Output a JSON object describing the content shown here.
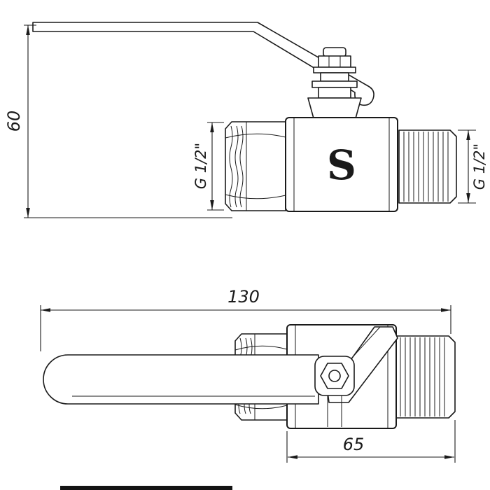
{
  "drawing": {
    "type": "technical-drawing",
    "subject": "ball valve with lever handle, two projection views",
    "top_view": {
      "height_dim": "60",
      "thread_left_label": "G 1/2\"",
      "thread_right_label": "G 1/2\"",
      "body_logo": "S"
    },
    "bottom_view": {
      "length_dim": "130",
      "body_length_dim": "65"
    },
    "colors": {
      "line": "#1a1a1a",
      "background": "#ffffff"
    }
  }
}
